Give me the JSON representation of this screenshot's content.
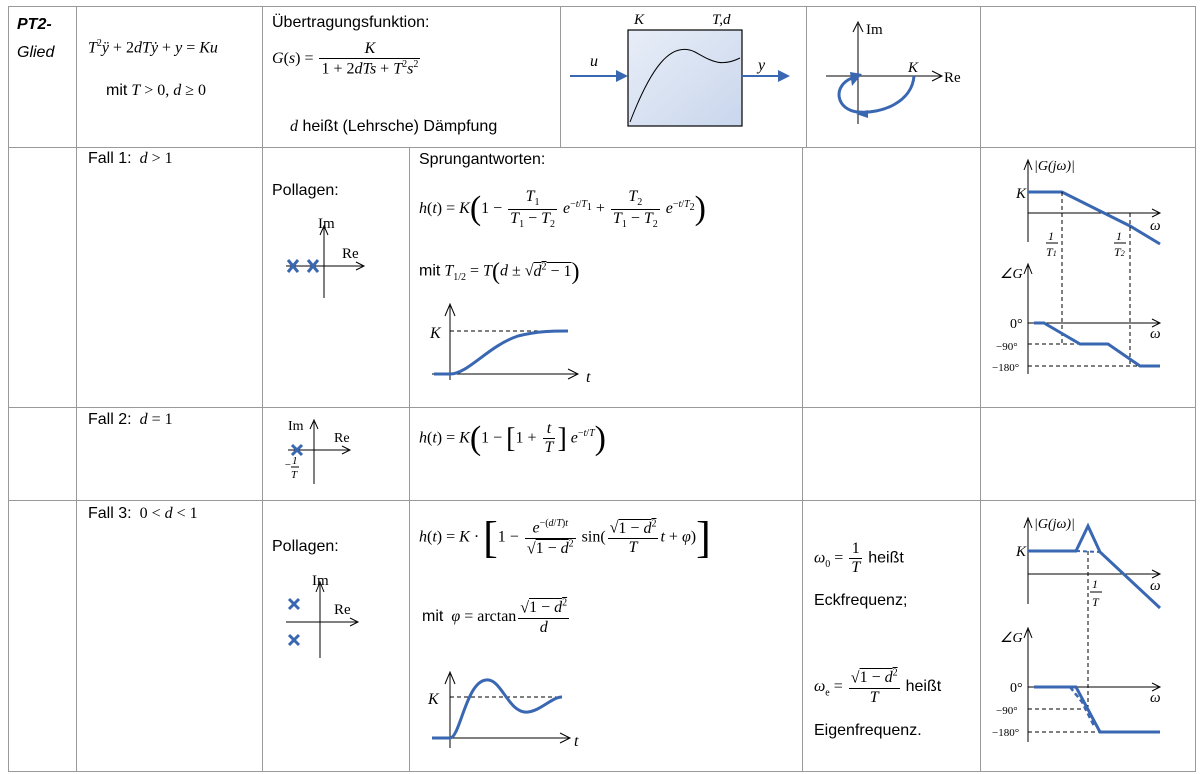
{
  "header": {
    "name_line1": "PT2-",
    "name_line2": "Glied",
    "condition_prefix": "mit",
    "condition_math": "T > 0, d ≥ 0",
    "transfer_label": "Übertragungsfunktion:",
    "damping_var": "d",
    "damping_text": "heißt (Lehrsche) Dämpfung"
  },
  "block": {
    "K": "K",
    "Td": "T,d",
    "u": "u",
    "y": "y"
  },
  "nyquist": {
    "im": "Im",
    "re": "Re",
    "K": "K"
  },
  "case1": {
    "label": "Fall 1:",
    "cond": "d > 1",
    "poles_label": "Pollagen:",
    "step_label": "Sprungantworten:",
    "mit": "mit",
    "im": "Im",
    "re": "Re",
    "K": "K",
    "t": "t",
    "bode": {
      "mag": "|G(jω)|",
      "K": "K",
      "omega": "ω",
      "phase": "∠G",
      "zero": "0°",
      "m90": "−90°",
      "m180": "−180°"
    }
  },
  "case2": {
    "label": "Fall 2:",
    "cond": "d = 1",
    "im": "Im",
    "re": "Re"
  },
  "case3": {
    "label": "Fall 3:",
    "cond": "0 < d < 1",
    "poles_label": "Pollagen:",
    "mit": "mit",
    "heisst1": "heißt",
    "eck": "Eckfrequenz;",
    "heisst2": "heißt",
    "eigen": "Eigenfrequenz.",
    "im": "Im",
    "re": "Re",
    "K": "K",
    "t": "t",
    "bode": {
      "mag": "|G(jω)|",
      "K": "K",
      "omega": "ω",
      "phase": "∠G",
      "zero": "0°",
      "m90": "−90°",
      "m180": "−180°"
    }
  },
  "colors": {
    "curve": "#3a67b1",
    "grid": "#9a9a9a"
  }
}
